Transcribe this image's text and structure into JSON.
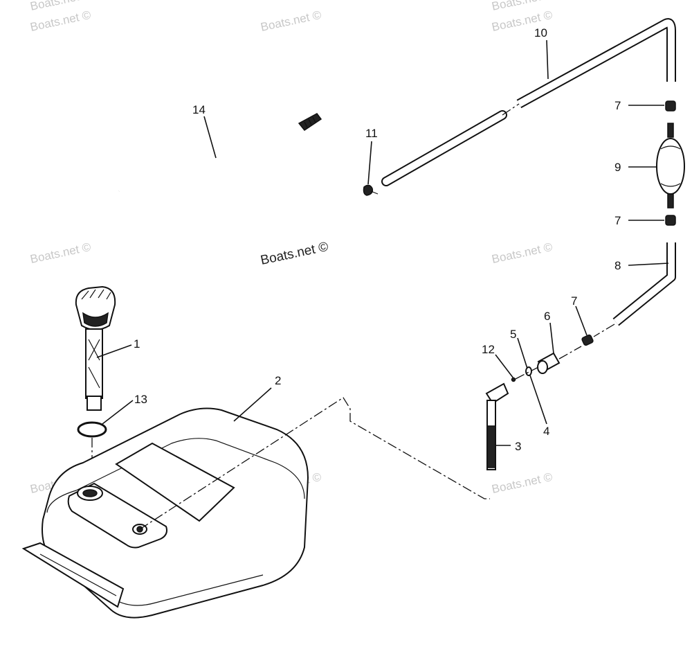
{
  "watermarks": [
    "Boats.net ©",
    "Boats.net ©",
    "Boats.net ©",
    "Boats.net ©",
    "Boats.net ©",
    "Boats.net ©",
    "Boats.net ©",
    "Boats.net ©",
    "Boats.net ©",
    "Boats.net ©"
  ],
  "center_watermark": "Boats.net ©",
  "callouts": [
    "1",
    "2",
    "3",
    "4",
    "5",
    "6",
    "7",
    "7",
    "7",
    "8",
    "9",
    "10",
    "11",
    "12",
    "13",
    "14"
  ]
}
